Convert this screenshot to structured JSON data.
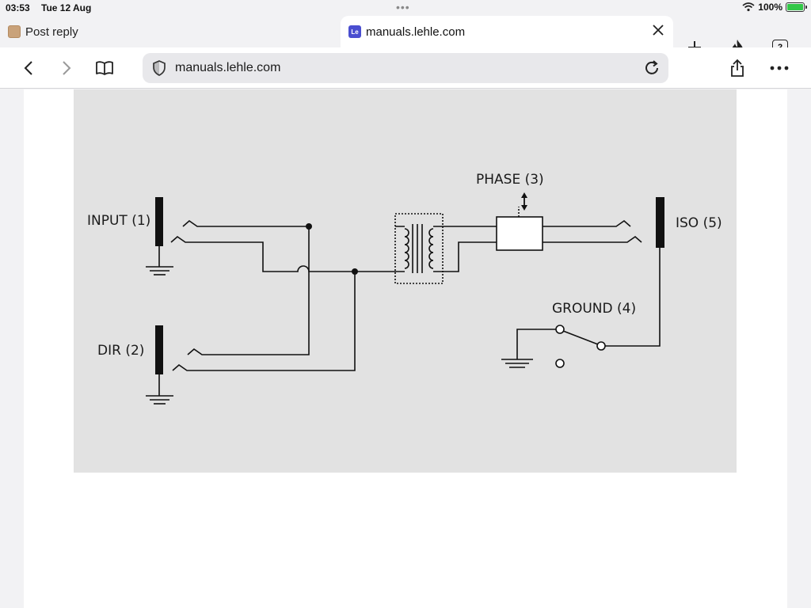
{
  "status_bar": {
    "time": "03:53",
    "date": "Tue 12 Aug",
    "battery": "100%"
  },
  "tabs": [
    {
      "title": "Post reply",
      "active": false,
      "icon": "user-avatar-icon"
    },
    {
      "title": "manuals.lehle.com",
      "active": true,
      "icon": "lehle-favicon",
      "favicon_text": "Le"
    }
  ],
  "toolbar": {
    "tab_count": "2"
  },
  "address_bar": {
    "url": "manuals.lehle.com"
  },
  "diagram": {
    "labels": {
      "input": "INPUT (1)",
      "dir": "DIR (2)",
      "phase": "PHASE (3)",
      "ground": "GROUND (4)",
      "iso": "ISO (5)"
    }
  },
  "colors": {
    "battery": "#33c748",
    "favicon": "#4a4ed0",
    "figure_bg": "#e2e2e2"
  }
}
